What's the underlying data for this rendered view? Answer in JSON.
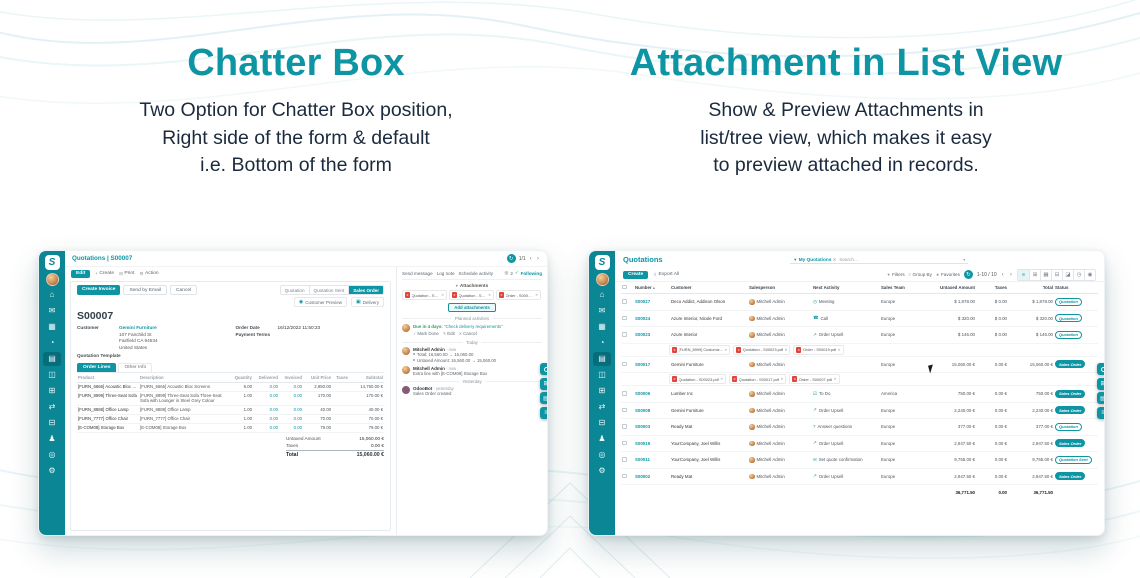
{
  "brand_logo_letter": "S",
  "glyphs": {
    "refresh": "↻",
    "chevron_left": "‹",
    "chevron_right": "›",
    "plus": "+",
    "print": "⊟",
    "gear": "⚙",
    "check": "✓",
    "pencil": "✎",
    "cross": "✕",
    "caret_down": "▾",
    "funnel": "▼",
    "star": "★",
    "group": "≡",
    "export": "⇧",
    "monitor": "◉",
    "truck": "▣",
    "followers": "◎"
  },
  "features": [
    {
      "title": "Chatter Box",
      "lines": [
        "Two Option for Chatter Box position,",
        "Right side of the form & default",
        "i.e. Bottom of the form"
      ]
    },
    {
      "title": "Attachment in List View",
      "lines": [
        "Show & Preview Attachments in",
        "list/tree view, which makes it easy",
        "to preview attached in records."
      ]
    }
  ],
  "sidebar_apps": [
    {
      "name": "home",
      "glyph": "⌂"
    },
    {
      "name": "discuss",
      "glyph": "✉"
    },
    {
      "name": "calendar",
      "glyph": "▦"
    },
    {
      "name": "crm",
      "glyph": "◔"
    },
    {
      "name": "sales",
      "glyph": "▤",
      "active": true
    },
    {
      "name": "dashboard",
      "glyph": "◫"
    },
    {
      "name": "inventory",
      "glyph": "⊞"
    },
    {
      "name": "purchase",
      "glyph": "⇄"
    },
    {
      "name": "invoicing",
      "glyph": "⊟"
    },
    {
      "name": "employees",
      "glyph": "♟"
    },
    {
      "name": "website",
      "glyph": "◎"
    },
    {
      "name": "settings",
      "glyph": "⚙"
    }
  ],
  "quick_buttons": [
    {
      "name": "quick-search",
      "glyph": "mag"
    },
    {
      "name": "quick-apps",
      "glyph": "⊞"
    },
    {
      "name": "quick-docs",
      "glyph": "▤"
    },
    {
      "name": "quick-list",
      "glyph": "≡"
    }
  ],
  "form_shot": {
    "breadcrumb": "Quotations | S00007",
    "pager": "1/1",
    "toolbar": {
      "edit": "Edit",
      "create": "Create",
      "print": "Print",
      "action": "Action"
    },
    "statusbar": [
      "Quotation",
      "Quotation Sent",
      "Sales Order"
    ],
    "statusbar_active": 2,
    "smart_buttons": [
      {
        "label": "Customer Preview"
      },
      {
        "label": "Delivery"
      }
    ],
    "header_buttons": [
      {
        "label": "Create Invoice",
        "primary": true
      },
      {
        "label": "Send by Email"
      },
      {
        "label": "Cancel"
      }
    ],
    "record_name": "S00007",
    "fields": {
      "customer_label": "Customer",
      "customer_name": "Gemini Furniture",
      "address": [
        "107 Fairchild St",
        "Fairfield CA 94534",
        "United States"
      ],
      "order_date_label": "Order Date",
      "order_date": "16/12/2022 11:50:23",
      "payment_terms_label": "Payment Terms",
      "template_label": "Quotation Template"
    },
    "tabs": [
      "Order Lines",
      "Other Info"
    ],
    "lines": {
      "columns": [
        "Product",
        "Description",
        "Quantity",
        "Delivered",
        "Invoiced",
        "Unit Price",
        "Taxes",
        "Subtotal"
      ],
      "rows": [
        {
          "product": "[FURN_6666] Acoustic Bloc Screens",
          "description": "[FURN_6666] Acoustic Bloc Screens",
          "quantity": "5.00",
          "delivered": "0.00",
          "invoiced": "0.00",
          "unit_price": "2,950.00",
          "taxes": "",
          "subtotal": "14,750.00 €"
        },
        {
          "product": "[FURN_8999] Three-Seat Sofa",
          "description": "[FURN_8999] Three-Seat Sofa Three-Seat Sofa with Lounger in Steel Grey Colour",
          "quantity": "1.00",
          "delivered": "0.00",
          "invoiced": "0.00",
          "unit_price": "170.00",
          "taxes": "",
          "subtotal": "170.00 €"
        },
        {
          "product": "[FURN_8888] Office Lamp",
          "description": "[FURN_8888] Office Lamp",
          "quantity": "1.00",
          "delivered": "0.00",
          "invoiced": "0.00",
          "unit_price": "40.00",
          "taxes": "",
          "subtotal": "40.00 €"
        },
        {
          "product": "[FURN_7777] Office Chair",
          "description": "[FURN_7777] Office Chair",
          "quantity": "1.00",
          "delivered": "0.00",
          "invoiced": "0.00",
          "unit_price": "70.00",
          "taxes": "",
          "subtotal": "70.00 €"
        },
        {
          "product": "[E-COM08] Storage Box",
          "description": "[E-COM08] Storage Box",
          "quantity": "1.00",
          "delivered": "0.00",
          "invoiced": "0.00",
          "unit_price": "79.00",
          "taxes": "",
          "subtotal": "79.00 €"
        }
      ]
    },
    "totals": {
      "untaxed_label": "Untaxed Amount",
      "untaxed": "15,060.00 €",
      "taxes_label": "Taxes",
      "taxes": "0.00 €",
      "total_label": "Total",
      "total": "15,060.00 €"
    }
  },
  "chatter": {
    "tabs": [
      "Send message",
      "Log note",
      "Schedule activity"
    ],
    "follower_count": "2",
    "following": "Following",
    "attachments_title": "Attachments",
    "attachments": [
      "Quotation - S00023.pdf",
      "Quotation - S00013.pdf",
      "Order - S00007.pdf"
    ],
    "add_attachments": "Add attachments",
    "planned_activities": "Planned activities",
    "activity": {
      "prefix": "Due in 4 days:",
      "summary": "“Check delivery requirements”",
      "actions": [
        "Mark Done",
        "Edit",
        "Cancel"
      ]
    },
    "day_dividers": {
      "today": "Today",
      "yesterday": "Yesterday"
    },
    "messages": [
      {
        "author": "Mitchell Admin",
        "time": "- now",
        "day": "today",
        "tracking": true,
        "lines": [
          "Total: 16,560.00 → 15,060.00",
          "Untaxed Amount: 16,560.00 → 15,060.00"
        ]
      },
      {
        "author": "Mitchell Admin",
        "time": "- now",
        "day": "today",
        "lines": [
          "Extra line with [E-COM08] Storage Box"
        ]
      },
      {
        "author": "OdooBot",
        "time": "- yesterday",
        "day": "yesterday",
        "bot": true,
        "lines": [
          "Sales Order created"
        ]
      }
    ]
  },
  "list_shot": {
    "title": "Quotations",
    "search": {
      "facet": "My Quotations",
      "placeholder": "Search..."
    },
    "toolbar": {
      "create": "Create",
      "export_all": "Export All",
      "filters": "Filters",
      "group_by": "Group By",
      "favorites": "Favorites",
      "pager": "1-10 / 10"
    },
    "view_icons": [
      {
        "name": "list-view",
        "glyph": "≡"
      },
      {
        "name": "kanban-view",
        "glyph": "⊞"
      },
      {
        "name": "calendar-view",
        "glyph": "▦"
      },
      {
        "name": "pivot-view",
        "glyph": "⊟"
      },
      {
        "name": "graph-view",
        "glyph": "◪"
      },
      {
        "name": "activity-view",
        "glyph": "◷"
      },
      {
        "name": "map-view",
        "glyph": "◉"
      }
    ],
    "sorted_by": "Number",
    "columns": [
      "Number",
      "Customer",
      "Salesperson",
      "Next Activity",
      "Sales Team",
      "Untaxed Amount",
      "Taxes",
      "Total",
      "Status"
    ],
    "activity_icons": {
      "meeting": "◷",
      "call": "☎",
      "upsell": "↗",
      "todo": "☑",
      "question": "?",
      "quote": "✉"
    },
    "rows": [
      {
        "number": "S00027",
        "customer": "Deco Addict, Addison Olson",
        "salesperson": "Mitchell Admin",
        "activity": "Meeting",
        "activity_icon": "meeting",
        "team": "Europe",
        "untaxed": "$ 1,878.00",
        "taxes": "$ 0.00",
        "total": "$ 1,878.00",
        "status": "Quotation"
      },
      {
        "number": "S00024",
        "customer": "Azure Interior, Nicole Ford",
        "salesperson": "Mitchell Admin",
        "activity": "Call",
        "activity_icon": "call",
        "team": "Europe",
        "untaxed": "$ 320.00",
        "taxes": "$ 0.00",
        "total": "$ 320.00",
        "status": "Quotation"
      },
      {
        "number": "S00023",
        "customer": "Azure Interior",
        "salesperson": "Mitchell Admin",
        "activity": "Order Upsell",
        "activity_icon": "upsell",
        "team": "Europe",
        "untaxed": "$ 146.00",
        "taxes": "$ 0.00",
        "total": "$ 146.00",
        "status": "Quotation",
        "attachments": [
          "[FURN_8999] Customiz...",
          "Quotation - S00023.pdf",
          "Order - S00019.pdf"
        ]
      },
      {
        "number": "S00017",
        "customer": "Gemini Furniture",
        "salesperson": "Mitchell Admin",
        "activity": "",
        "activity_icon": "",
        "team": "Europe",
        "untaxed": "15,060.00 €",
        "taxes": "0.00 €",
        "total": "15,060.00 €",
        "status": "Sales Order",
        "attachments": [
          "Quotation - S00023.pdf",
          "Quotation - S00017.pdf",
          "Order - S00007.pdf"
        ]
      },
      {
        "number": "S00006",
        "customer": "Lumber Inc",
        "salesperson": "Mitchell Admin",
        "activity": "To Do",
        "activity_icon": "todo",
        "team": "America",
        "untaxed": "750.00 €",
        "taxes": "0.00 €",
        "total": "750.00 €",
        "status": "Sales Order"
      },
      {
        "number": "S00008",
        "customer": "Gemini Furniture",
        "salesperson": "Mitchell Admin",
        "activity": "Order Upsell",
        "activity_icon": "upsell",
        "team": "Europe",
        "untaxed": "2,240.00 €",
        "taxes": "0.00 €",
        "total": "2,240.00 €",
        "status": "Sales Order"
      },
      {
        "number": "S00003",
        "customer": "Ready Mat",
        "salesperson": "Mitchell Admin",
        "activity": "Answer questions",
        "activity_icon": "question",
        "team": "Europe",
        "untaxed": "377.00 €",
        "taxes": "0.00 €",
        "total": "377.00 €",
        "status": "Quotation"
      },
      {
        "number": "S00019",
        "customer": "YourCompany, Joel Willis",
        "salesperson": "Mitchell Admin",
        "activity": "Order Upsell",
        "activity_icon": "upsell",
        "team": "Europe",
        "untaxed": "2,947.50 €",
        "taxes": "0.00 €",
        "total": "2,947.50 €",
        "status": "Sales Order"
      },
      {
        "number": "S00011",
        "customer": "YourCompany, Joel Willis",
        "salesperson": "Mitchell Admin",
        "activity": "Set quote confirmation",
        "activity_icon": "quote",
        "team": "Europe",
        "untaxed": "9,755.00 €",
        "taxes": "0.00 €",
        "total": "9,755.00 €",
        "status": "Quotation Sent"
      },
      {
        "number": "S00002",
        "customer": "Ready Mat",
        "salesperson": "Mitchell Admin",
        "activity": "Order Upsell",
        "activity_icon": "upsell",
        "team": "Europe",
        "untaxed": "2,947.50 €",
        "taxes": "0.00 €",
        "total": "2,947.50 €",
        "status": "Sales Order"
      }
    ],
    "footer": {
      "untaxed": "36,771.50",
      "taxes": "0.00",
      "total": "36,771.50"
    }
  }
}
